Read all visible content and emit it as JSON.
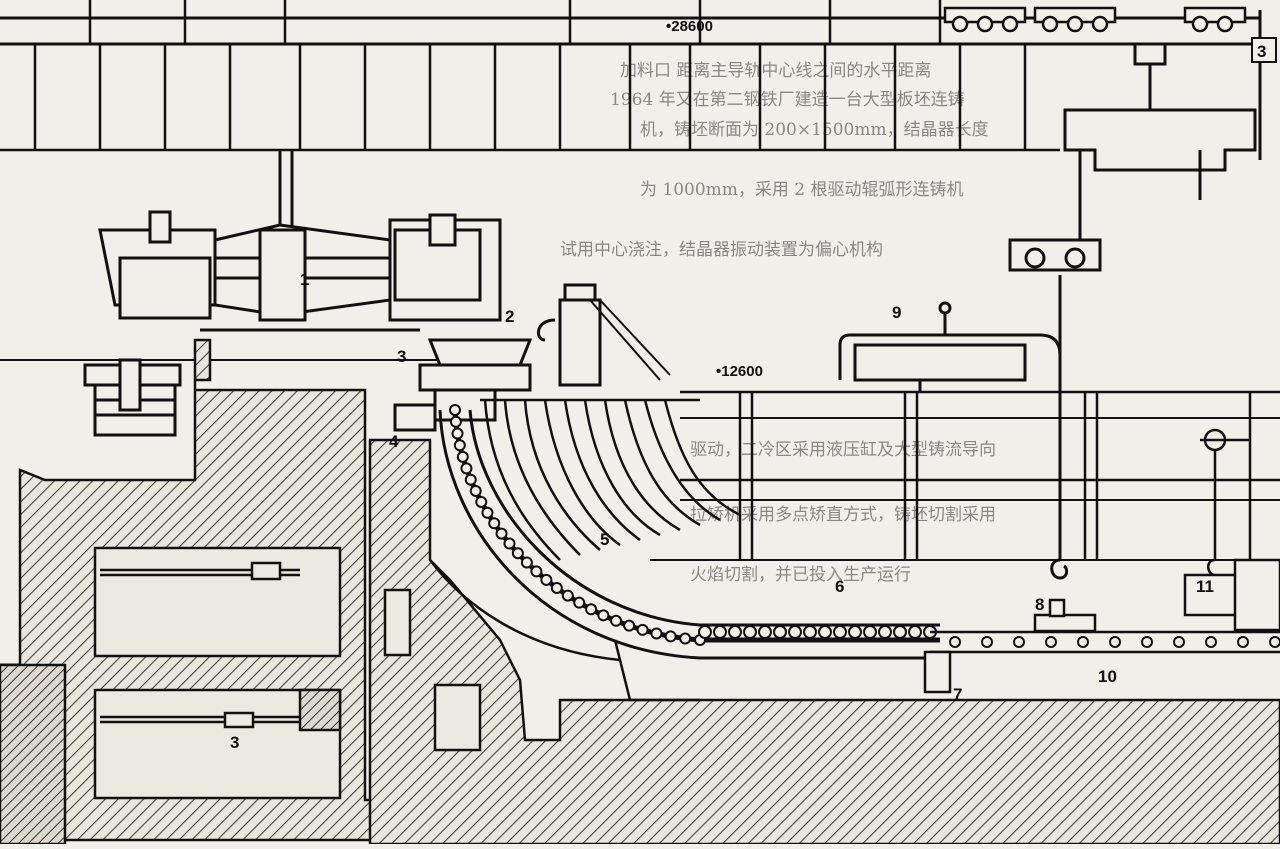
{
  "elevations": {
    "top": "•28600",
    "middle": "•12600"
  },
  "callouts": [
    "1",
    "2",
    "3",
    "3",
    "4",
    "5",
    "6",
    "7",
    "8",
    "9",
    "10",
    "11",
    "3"
  ],
  "bleed_text": [
    "加料口 距离主导轨中心线之间的水平距离",
    "1964 年又在第二钢铁厂建造一台大型板坯连铸",
    "机，铸坯断面为 200×1500mm，结晶器长度",
    "为 1000mm，采用 2 根驱动辊弧形连铸机",
    "试用中心浇注，结晶器振动装置为偏心机构",
    "驱动，二冷区采用液压缸及大型铸流导向",
    "拉矫机采用多点矫直方式，铸坯切割采用",
    "火焰切割，并已投入生产运行"
  ],
  "colors": {
    "paper": "#f1efe9",
    "ink": "#111111",
    "hatch": "#444444"
  }
}
